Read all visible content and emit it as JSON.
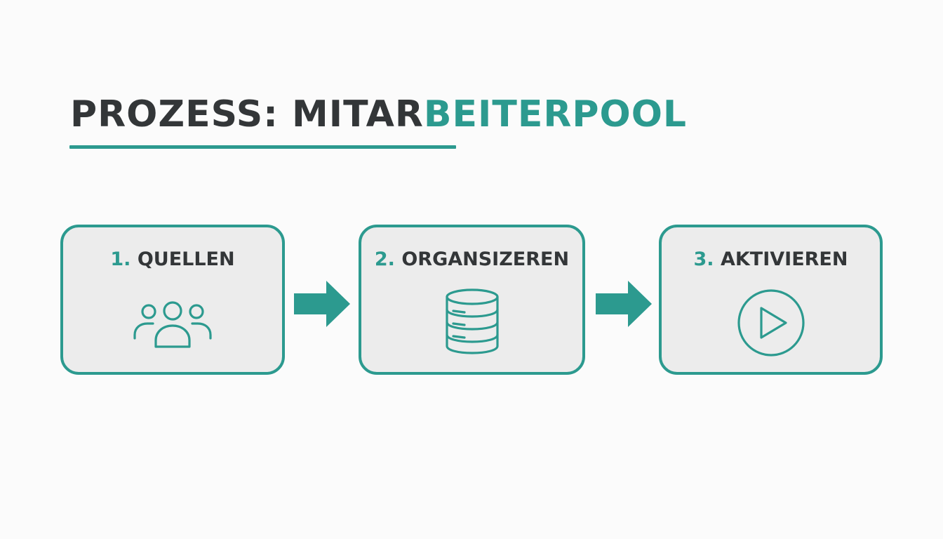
{
  "title": {
    "part1": "PROZESS: MITAR",
    "part2": "BEITERPOOL"
  },
  "steps": [
    {
      "number": "1.",
      "label": "QUELLEN",
      "icon": "people-group-icon"
    },
    {
      "number": "2.",
      "label": "ORGANSIZEREN",
      "icon": "database-icon"
    },
    {
      "number": "3.",
      "label": "AKTIVIEREN",
      "icon": "play-circle-icon"
    }
  ],
  "colors": {
    "accent": "#2c9a8f",
    "text_dark": "#333638",
    "box_fill": "#ececec",
    "background": "#fbfbfb"
  }
}
